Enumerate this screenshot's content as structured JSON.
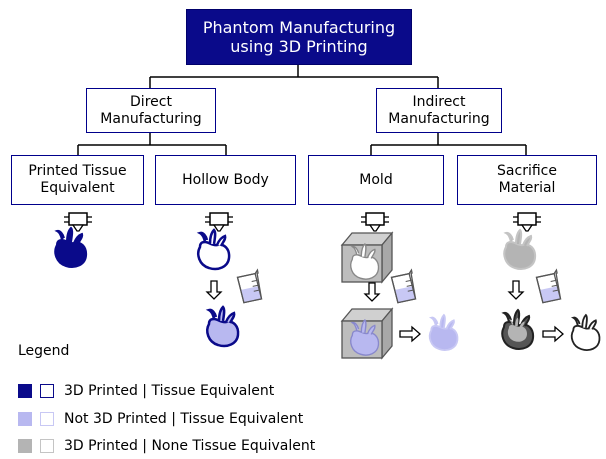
{
  "diagram": {
    "title": "Phantom Manufacturing\nusing 3D Printing",
    "level1": [
      {
        "label": "Direct\nManufacturing"
      },
      {
        "label": "Indirect\nManufacturing"
      }
    ],
    "level2": [
      {
        "label": "Printed Tissue\nEquivalent"
      },
      {
        "label": "Hollow Body"
      },
      {
        "label": "Mold"
      },
      {
        "label": "Sacrifice\nMaterial"
      }
    ]
  },
  "legend": {
    "title": "Legend",
    "items": [
      {
        "label": "3D Printed | Tissue Equivalent",
        "fill": "#0a0a8a",
        "outline": "#0a0a8a"
      },
      {
        "label": "Not 3D Printed | Tissue Equivalent",
        "fill": "#b8b8f0",
        "outline": "#c8c8f4"
      },
      {
        "label": "3D Printed | None Tissue Equivalent",
        "fill": "#b4b4b4",
        "outline": "#c4c4c4"
      }
    ]
  },
  "colors": {
    "dark_blue": "#0a0a8a",
    "light_blue": "#b8b8f0",
    "gray": "#b4b4b4",
    "dark_gray": "#555555",
    "border": "#00008b"
  },
  "icons": [
    "printer-nozzle-icon",
    "heart-organ-icon",
    "beaker-icon",
    "mold-cube-icon",
    "arrow-down-icon",
    "arrow-right-icon"
  ]
}
